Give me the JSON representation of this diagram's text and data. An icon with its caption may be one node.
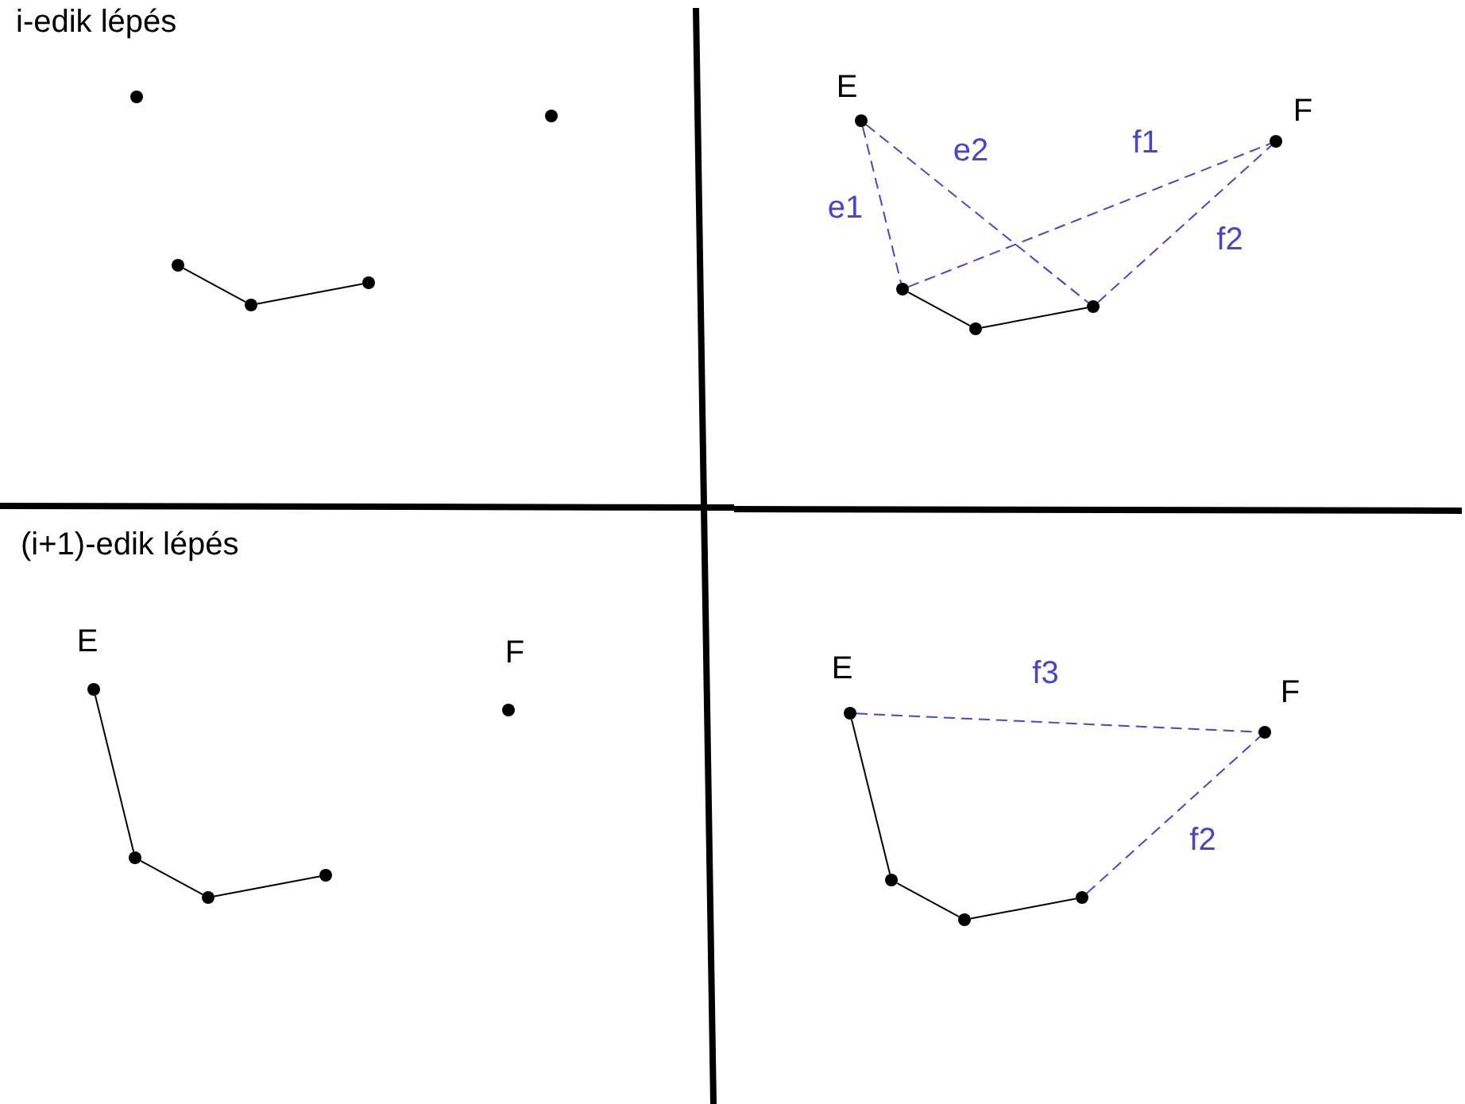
{
  "diagram": {
    "nodes": [
      {
        "text": [],
        "shape": "circle"
      },
      {
        "text": [],
        "shape": "circle"
      },
      {
        "text": [],
        "shape": "circle"
      },
      {
        "text": [],
        "shape": "circle"
      },
      {
        "text": [],
        "shape": "circle"
      },
      {
        "text": [],
        "shape": "circle",
        "beside": [
          "E"
        ]
      },
      {
        "text": [],
        "shape": "circle",
        "beside": [
          "F"
        ]
      },
      {
        "text": [],
        "shape": "circle"
      },
      {
        "text": [],
        "shape": "circle"
      },
      {
        "text": [],
        "shape": "circle"
      },
      {
        "text": [],
        "shape": "circle",
        "beside": [
          "E"
        ]
      },
      {
        "text": [],
        "shape": "circle",
        "beside": [
          "F"
        ]
      },
      {
        "text": [],
        "shape": "circle"
      },
      {
        "text": [],
        "shape": "circle"
      },
      {
        "text": [],
        "shape": "circle"
      },
      {
        "text": [],
        "shape": "circle",
        "beside": [
          "E"
        ]
      },
      {
        "text": [],
        "shape": "circle",
        "beside": [
          "F"
        ]
      },
      {
        "text": [],
        "shape": "circle"
      },
      {
        "text": [],
        "shape": "circle"
      },
      {
        "text": [],
        "shape": "circle"
      }
    ],
    "edges": [
      {
        "from": 2,
        "to": 3,
        "arrow": "none"
      },
      {
        "from": 3,
        "to": 4,
        "arrow": "none"
      },
      {
        "from": 7,
        "to": 8,
        "arrow": "none"
      },
      {
        "from": 8,
        "to": 9,
        "arrow": "none"
      },
      {
        "from": 5,
        "to": 7,
        "arrow": "none",
        "label": "e1",
        "style": "dashed",
        "color": "#4646cc"
      },
      {
        "from": 5,
        "to": 9,
        "arrow": "none",
        "label": "e2",
        "style": "dashed",
        "color": "#4646cc"
      },
      {
        "from": 7,
        "to": 6,
        "arrow": "none",
        "label": "f1",
        "style": "dashed",
        "color": "#4646cc"
      },
      {
        "from": 9,
        "to": 6,
        "arrow": "none",
        "label": "f2",
        "style": "dashed",
        "color": "#4646cc"
      },
      {
        "from": 10,
        "to": 12,
        "arrow": "none"
      },
      {
        "from": 12,
        "to": 13,
        "arrow": "none"
      },
      {
        "from": 13,
        "to": 14,
        "arrow": "none"
      },
      {
        "from": 15,
        "to": 17,
        "arrow": "none"
      },
      {
        "from": 17,
        "to": 18,
        "arrow": "none"
      },
      {
        "from": 18,
        "to": 19,
        "arrow": "none"
      },
      {
        "from": 15,
        "to": 16,
        "arrow": "none",
        "label": "f3",
        "style": "dashed",
        "color": "#4646cc"
      },
      {
        "from": 19,
        "to": 16,
        "arrow": "none",
        "label": "f2",
        "style": "dashed",
        "color": "#4646cc"
      }
    ],
    "labels": [
      "i-edik lépés",
      "(i+1)-edik lépés"
    ]
  }
}
